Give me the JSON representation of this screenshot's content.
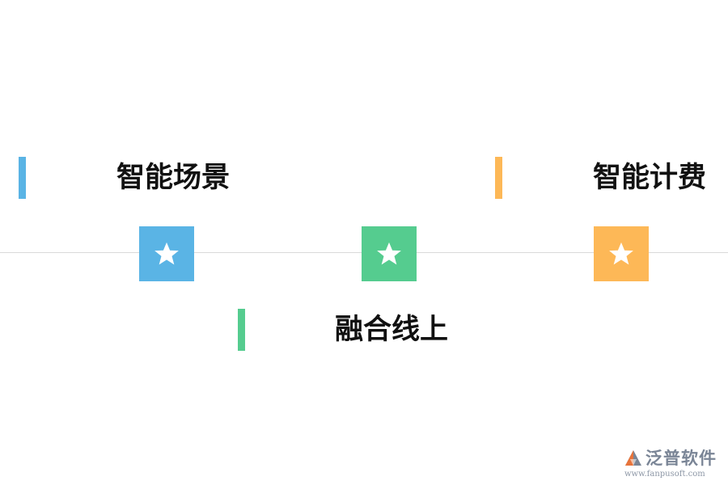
{
  "items": [
    {
      "label": "智能场景",
      "color": "#5ab4e5",
      "icon": "star-icon"
    },
    {
      "label": "融合线上",
      "color": "#55cc8f",
      "icon": "star-icon"
    },
    {
      "label": "智能计费",
      "color": "#fdb857",
      "icon": "star-icon"
    }
  ],
  "timeline_color": "#d9d9d9",
  "logo": {
    "name": "泛普软件",
    "url": "www.fanpusoft.com",
    "colors": [
      "#e8743b",
      "#7a8596"
    ]
  }
}
